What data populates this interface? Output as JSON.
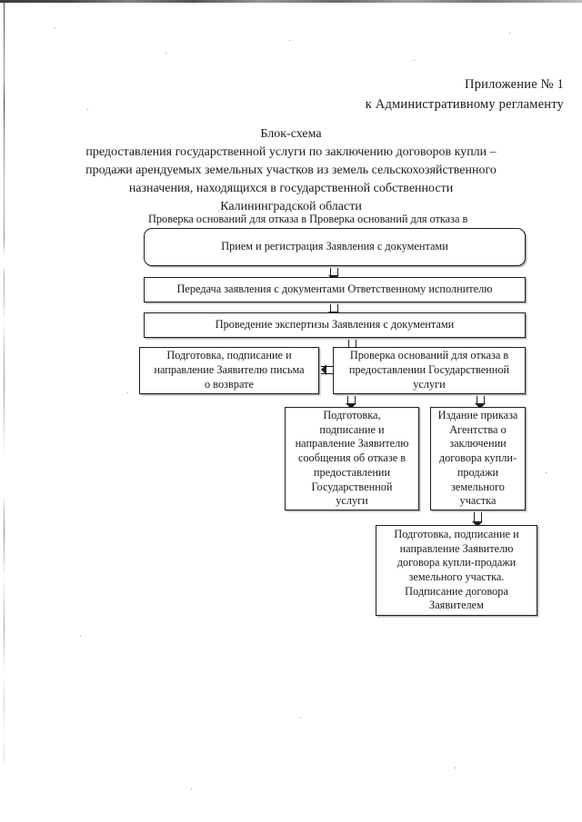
{
  "document": {
    "appendix": {
      "line1": "Приложение № 1",
      "line2": "к Административному  регламенту"
    },
    "title": {
      "line1": "Блок-схема",
      "line2": "предоставления государственной услуги по заключению договоров купли –",
      "line3": "продажи арендуемых земельных участков из земель сельскохозяйственного",
      "line4": "назначения, находящихся  в государственной собственности",
      "line5": "Калининградской области"
    },
    "stray_text": "Проверка оснований для отказа в Проверка оснований для отказа в",
    "flowchart": {
      "boxes": [
        {
          "id": "intake",
          "text": "Прием и регистрация Заявления с документами"
        },
        {
          "id": "transfer",
          "text": "Передача заявления с документами Ответственному исполнителю"
        },
        {
          "id": "expertise",
          "text": "Проведение экспертизы Заявления с документами"
        },
        {
          "id": "return-letter",
          "text": "Подготовка, подписание и\nнаправление Заявителю письма\nо возврате"
        },
        {
          "id": "refusal-check",
          "text": "Проверка оснований для отказа в\nпредоставлении Государственной\nуслуги"
        },
        {
          "id": "refusal-notice",
          "text": "Подготовка,\nподписание и\nнаправление Заявителю\nсообщения об отказе в\nпредоставлении\nГосударственной\nуслуги"
        },
        {
          "id": "order-issue",
          "text": "Издание приказа\nАгентства о\nзаключении\nдоговора купли-\nпродажи\nземельного\nучастка"
        },
        {
          "id": "contract",
          "text": "Подготовка, подписание  и\nнаправление Заявителю\nдоговора купли-продажи\nземельного участка.\nПодписание договора\nЗаявителем"
        }
      ]
    }
  }
}
